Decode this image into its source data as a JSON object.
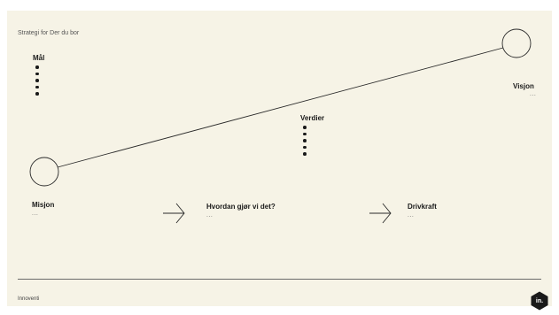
{
  "slide": {
    "title": "Strategi for Der du bor",
    "mal": {
      "label": "Mål",
      "bullet_count": 5
    },
    "visjon": {
      "label": "Visjon",
      "text": "..."
    },
    "verdier": {
      "label": "Verdier",
      "bullet_count": 5
    },
    "misjon": {
      "label": "Misjon",
      "text": "..."
    },
    "hvordan": {
      "label": "Hvordan gjør vi det?",
      "text": "..."
    },
    "drivkraft": {
      "label": "Drivkraft",
      "text": "..."
    },
    "footer": {
      "company": "Innoventi",
      "logo_text": "in."
    }
  },
  "colors": {
    "background": "#f6f3e6",
    "line": "#2a2a2a",
    "logo": "#1a1a1a"
  }
}
